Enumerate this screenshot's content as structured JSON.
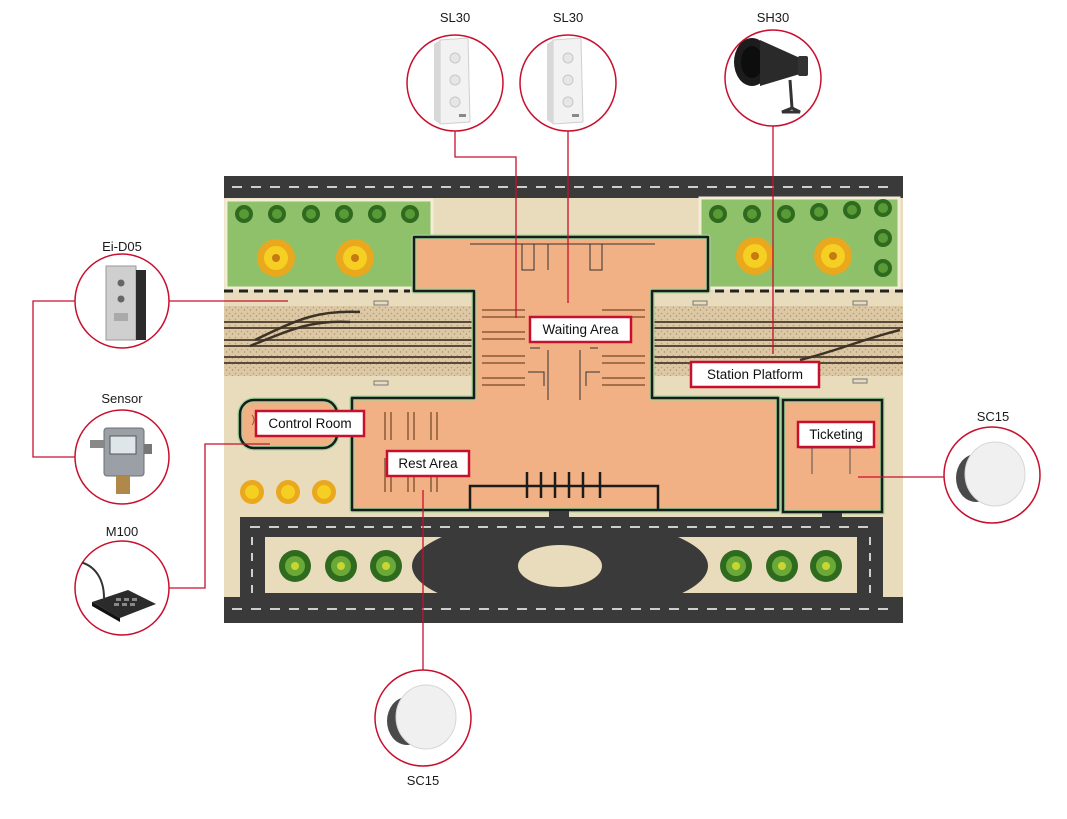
{
  "diagram": {
    "zones": {
      "waiting_area": "Waiting Area",
      "station_platform": "Station Platform",
      "control_room": "Control Room",
      "rest_area": "Rest Area",
      "ticketing": "Ticketing"
    },
    "devices": {
      "sl30_left": {
        "label": "SL30",
        "icon": "column-speaker-icon"
      },
      "sl30_right": {
        "label": "SL30",
        "icon": "column-speaker-icon"
      },
      "sh30": {
        "label": "SH30",
        "icon": "horn-speaker-icon"
      },
      "ei_d05": {
        "label": "Ei-D05",
        "icon": "intercom-panel-icon"
      },
      "sensor": {
        "label": "Sensor",
        "icon": "pressure-sensor-icon"
      },
      "m100": {
        "label": "M100",
        "icon": "paging-microphone-icon"
      },
      "sc15_right": {
        "label": "SC15",
        "icon": "ceiling-speaker-icon"
      },
      "sc15_bottom": {
        "label": "SC15",
        "icon": "ceiling-speaker-icon"
      }
    },
    "colors": {
      "connector": "#c8102e",
      "building": "#f2b184",
      "lawn": "#8fc06a",
      "ground": "#e9dcbd",
      "road": "#3a3a3a",
      "track_bed": "#d9c4a0"
    }
  }
}
